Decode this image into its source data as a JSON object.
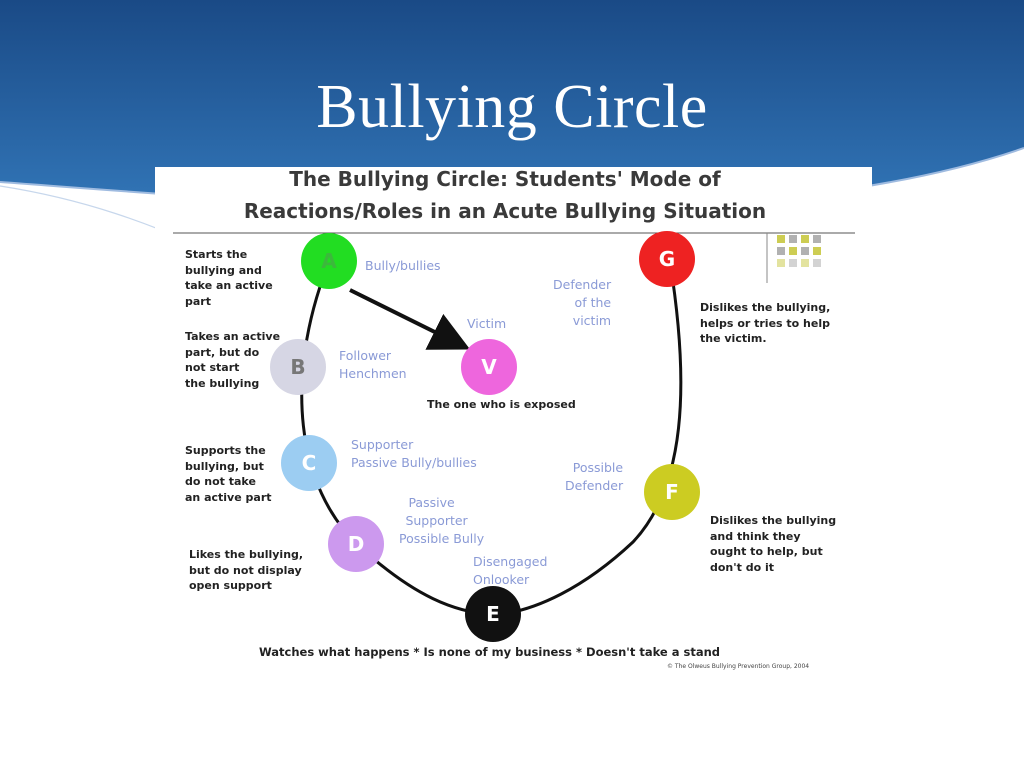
{
  "slide": {
    "title": "Bullying Circle",
    "colors": {
      "header_top": "#1d4f8c",
      "header_bottom": "#2e6eb0",
      "background": "#ffffff"
    }
  },
  "diagram": {
    "heading_line1": "The Bullying Circle:  Students' Mode of",
    "heading_line2": "Reactions/Roles in an Acute Bullying Situation",
    "nodes": [
      {
        "letter": "A",
        "color": "#22dd22",
        "role": "Bully/bullies",
        "description": [
          "Starts the",
          "bullying and",
          "take an active",
          "part"
        ]
      },
      {
        "letter": "B",
        "color": "#d6d6e4",
        "role": [
          "Follower",
          "Henchmen"
        ],
        "description": [
          "Takes an active",
          "part, but do",
          "not start",
          "the bullying"
        ]
      },
      {
        "letter": "C",
        "color": "#9ccdf2",
        "role": [
          "Supporter",
          "Passive Bully/bullies"
        ],
        "description": [
          "Supports the",
          "bullying, but",
          "do not take",
          "an active part"
        ]
      },
      {
        "letter": "D",
        "color": "#cc99ee",
        "role": [
          "Passive",
          "Supporter",
          "Possible Bully"
        ],
        "description": [
          "Likes the bullying,",
          "but do not display",
          "open support"
        ]
      },
      {
        "letter": "E",
        "color": "#111111",
        "role": [
          "Disengaged",
          "Onlooker"
        ],
        "description": [
          "Watches what happens * Is none of my business * Doesn't take a stand"
        ]
      },
      {
        "letter": "F",
        "color": "#cccc22",
        "role": [
          "Possible",
          "Defender"
        ],
        "description": [
          "Dislikes the bullying",
          "and think they",
          "ought to help, but",
          "don't do it"
        ]
      },
      {
        "letter": "G",
        "color": "#ee2222",
        "role": [
          "Defender",
          "of the",
          "victim"
        ],
        "description": [
          "Dislikes the bullying,",
          "helps or tries to help",
          "the victim."
        ]
      },
      {
        "letter": "V",
        "color": "#ee66dd",
        "role": "Victim",
        "description": [
          "The one who is exposed"
        ]
      }
    ],
    "credit": "© The Olweus Bullying Prevention Group, 2004",
    "decoration_colors": [
      "#c8c840",
      "#a8a8a8"
    ]
  }
}
